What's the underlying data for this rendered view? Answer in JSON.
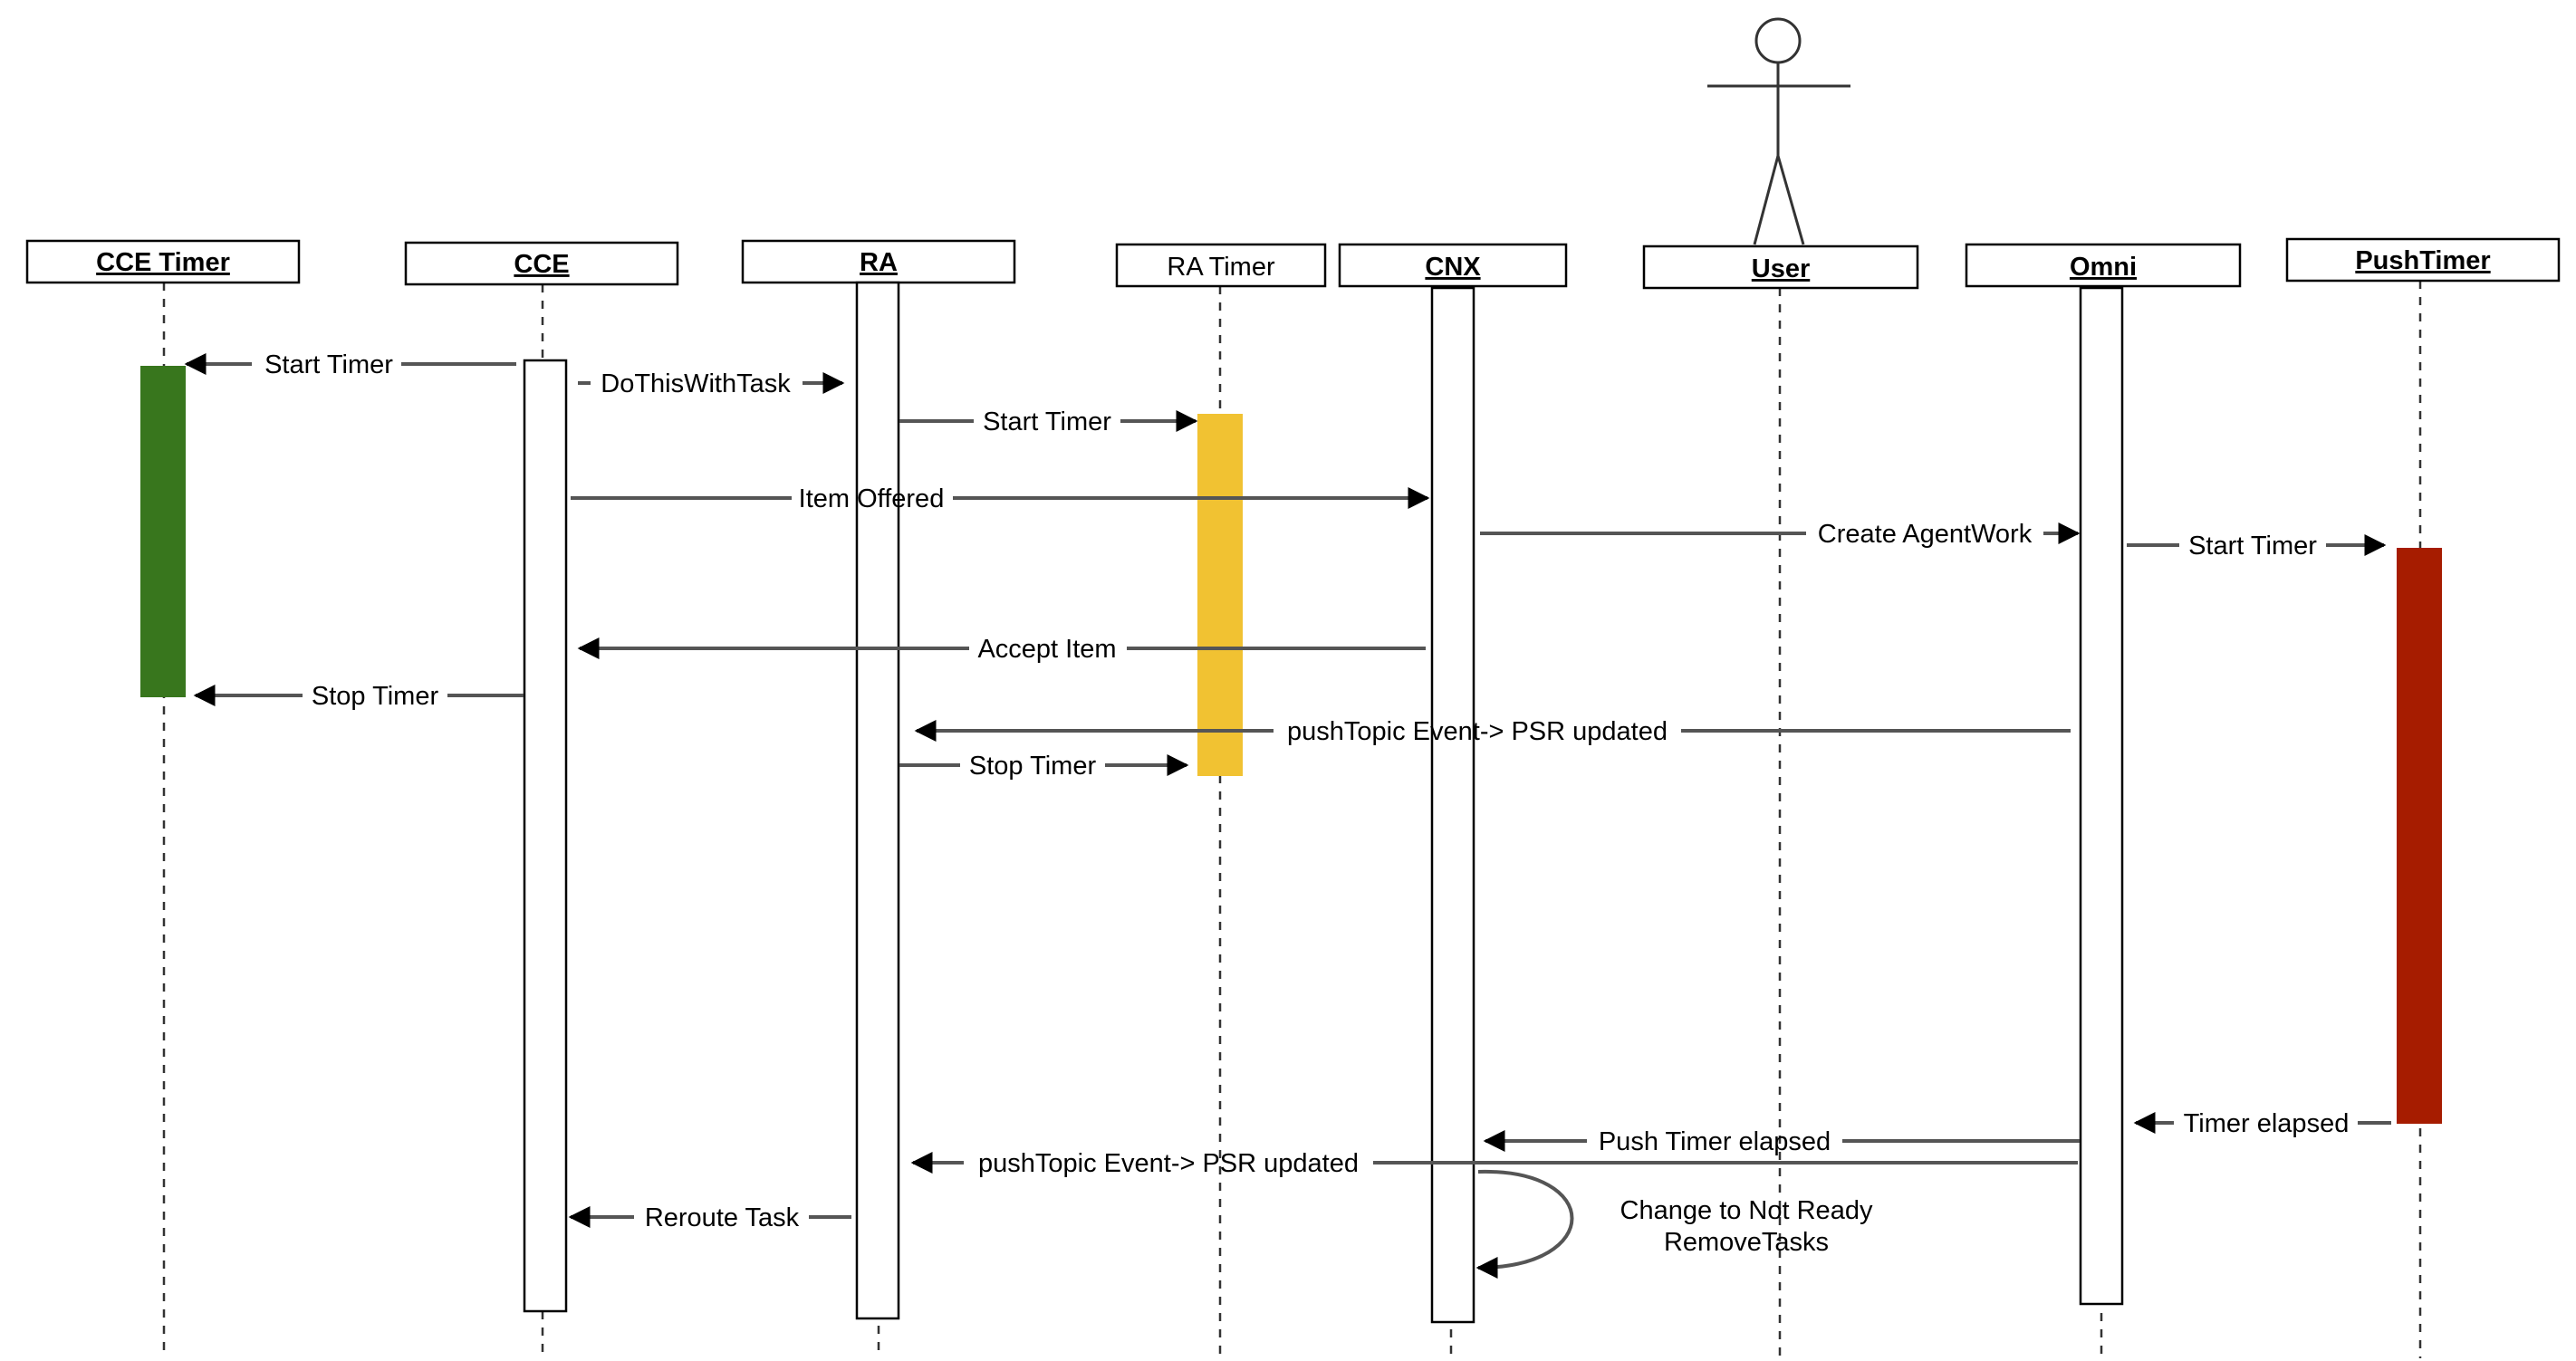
{
  "participants": [
    {
      "id": "cce_timer",
      "label": "CCE Timer",
      "style": "bold-underline"
    },
    {
      "id": "cce",
      "label": "CCE",
      "style": "bold-underline"
    },
    {
      "id": "ra",
      "label": "RA",
      "style": "bold-underline"
    },
    {
      "id": "ra_timer",
      "label": "RA Timer",
      "style": "plain"
    },
    {
      "id": "cnx",
      "label": "CNX",
      "style": "bold-underline"
    },
    {
      "id": "user",
      "label": "User",
      "style": "bold-underline",
      "actor": true
    },
    {
      "id": "omni",
      "label": "Omni",
      "style": "bold-underline"
    },
    {
      "id": "push_timer",
      "label": "PushTimer",
      "style": "bold-underline"
    }
  ],
  "messages": [
    {
      "label": "Start Timer",
      "from": "cce",
      "to": "cce_timer"
    },
    {
      "label": "DoThisWithTask",
      "from": "cce",
      "to": "ra",
      "style": "dashed-start"
    },
    {
      "label": "Start Timer",
      "from": "ra",
      "to": "ra_timer"
    },
    {
      "label": "Item Offered",
      "from": "cce",
      "to": "cnx"
    },
    {
      "label": "Create AgentWork",
      "from": "cnx",
      "to": "omni"
    },
    {
      "label": "Start Timer",
      "from": "omni",
      "to": "push_timer"
    },
    {
      "label": "Accept Item",
      "from": "cnx",
      "to": "cce"
    },
    {
      "label": "Stop Timer",
      "from": "cce",
      "to": "cce_timer"
    },
    {
      "label": "pushTopic Event-> PSR updated",
      "from": "omni",
      "to": "ra"
    },
    {
      "label": "Stop Timer",
      "from": "ra",
      "to": "ra_timer"
    },
    {
      "label": "Timer elapsed",
      "from": "push_timer",
      "to": "omni"
    },
    {
      "label": "Push Timer elapsed",
      "from": "omni",
      "to": "cnx"
    },
    {
      "label": "pushTopic Event-> PSR updated",
      "from": "omni",
      "to": "ra"
    },
    {
      "label": "Reroute Task",
      "from": "ra",
      "to": "cce"
    }
  ],
  "self_message": {
    "participant": "cnx",
    "line1": "Change to Not Ready",
    "line2": "RemoveTasks"
  },
  "timer_colors": {
    "cce_timer": "#38761d",
    "ra_timer": "#f1c232",
    "push_timer": "#a61c00"
  }
}
